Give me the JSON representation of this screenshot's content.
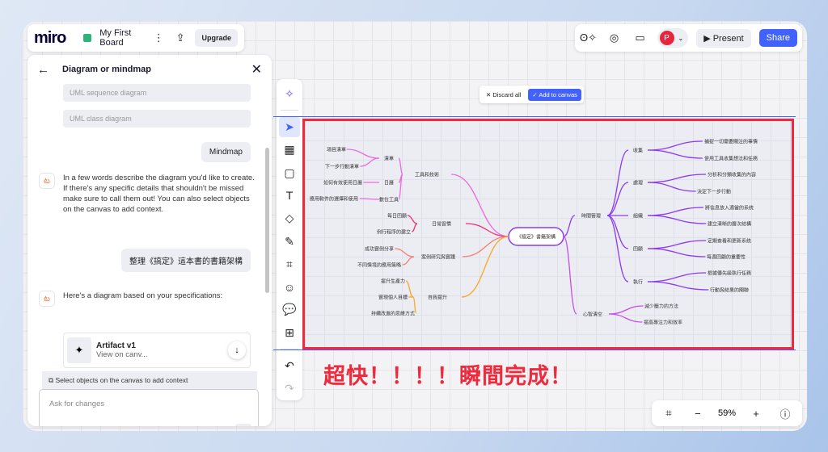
{
  "app": {
    "logo": "miro",
    "board_title": "My First Board",
    "upgrade": "Upgrade",
    "present": "Present",
    "share": "Share",
    "avatar": "P"
  },
  "panel": {
    "title": "Diagram or mindmap",
    "options": [
      "UML sequence diagram",
      "UML class diagram"
    ],
    "user_messages": [
      "Mindmap",
      "整理《搞定》這本書的書籍架構"
    ],
    "ai_prompt": "In a few words describe the diagram you'd like to create. If there's any specific details that shouldn't be missed make sure to call them out! You can also select objects on the canvas to add context.",
    "ai_result": "Here's a diagram based on your specifications:",
    "artifact": {
      "title": "Artifact v1",
      "subtitle": "View on canv..."
    },
    "context_hint": "Select objects on the canvas to add context",
    "input_placeholder": "Ask for changes"
  },
  "canvas": {
    "discard_all": "Discard all",
    "add_to_canvas": "Add to canvas",
    "annotation": "超快！！！！瞬間完成！",
    "zoom_level": "59%"
  },
  "mindmap": {
    "root": "《搞定》書籍架構",
    "center_color": "#8b3cf0",
    "left": [
      {
        "label": "工具和技術",
        "color": "#e86be0",
        "children": [
          {
            "label": "清單",
            "children": [
              "項目清單",
              "下一步行動清單"
            ]
          },
          {
            "label": "日曆",
            "children": [
              "如何有效使用日曆"
            ]
          },
          {
            "label": "數位工具",
            "children": [
              "應用軟件的選擇和使用"
            ]
          }
        ]
      },
      {
        "label": "日常習慣",
        "color": "#f0306e",
        "children": [
          "每日回顧",
          "例行程序的建立"
        ]
      },
      {
        "label": "案例研究與實踐",
        "color": "#f77f6b",
        "children": [
          "成功實例分享",
          "不同情境的應用策略"
        ]
      },
      {
        "label": "自我提升",
        "color": "#f9a826",
        "children": [
          "提升生產力",
          "實現個人目標",
          "持續改進的思維方式"
        ]
      }
    ],
    "right": [
      {
        "label": "時間管理",
        "color": "#8b3cf0",
        "children": [
          {
            "label": "收集",
            "children": [
              "捕捉一切需要關注的事情",
              "使用工具收集想法和任務"
            ]
          },
          {
            "label": "處理",
            "children": [
              "分析和分類收集的內容",
              "決定下一步行動"
            ]
          },
          {
            "label": "組織",
            "children": [
              "將信息放入適當的系統",
              "建立清晰的層次結構"
            ]
          },
          {
            "label": "回顧",
            "children": [
              "定期查看和更新系統",
              "每週回顧的重要性"
            ]
          },
          {
            "label": "執行",
            "children": [
              "根據優先級執行任務",
              "行動與結果的關聯"
            ]
          }
        ]
      },
      {
        "label": "心智清空",
        "color": "#c54ee8",
        "children": [
          "減少壓力的方法",
          "提高專注力和效率"
        ]
      }
    ]
  }
}
